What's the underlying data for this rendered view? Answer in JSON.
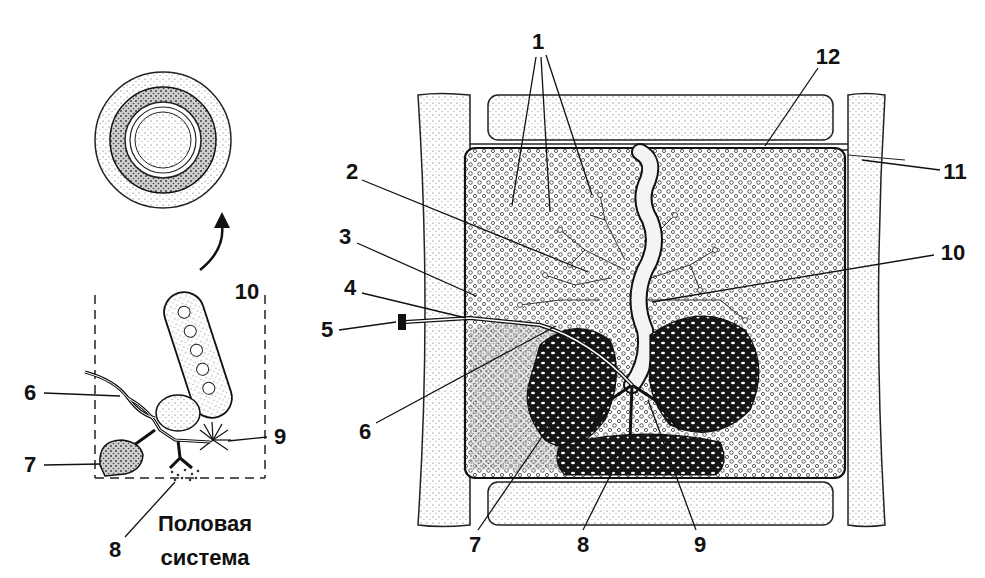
{
  "diagram": {
    "labels": [
      "1",
      "12",
      "2",
      "11",
      "3",
      "10",
      "4",
      "5",
      "10",
      "6",
      "6",
      "9",
      "7",
      "7",
      "8",
      "9",
      "8",
      "Половая система"
    ]
  }
}
